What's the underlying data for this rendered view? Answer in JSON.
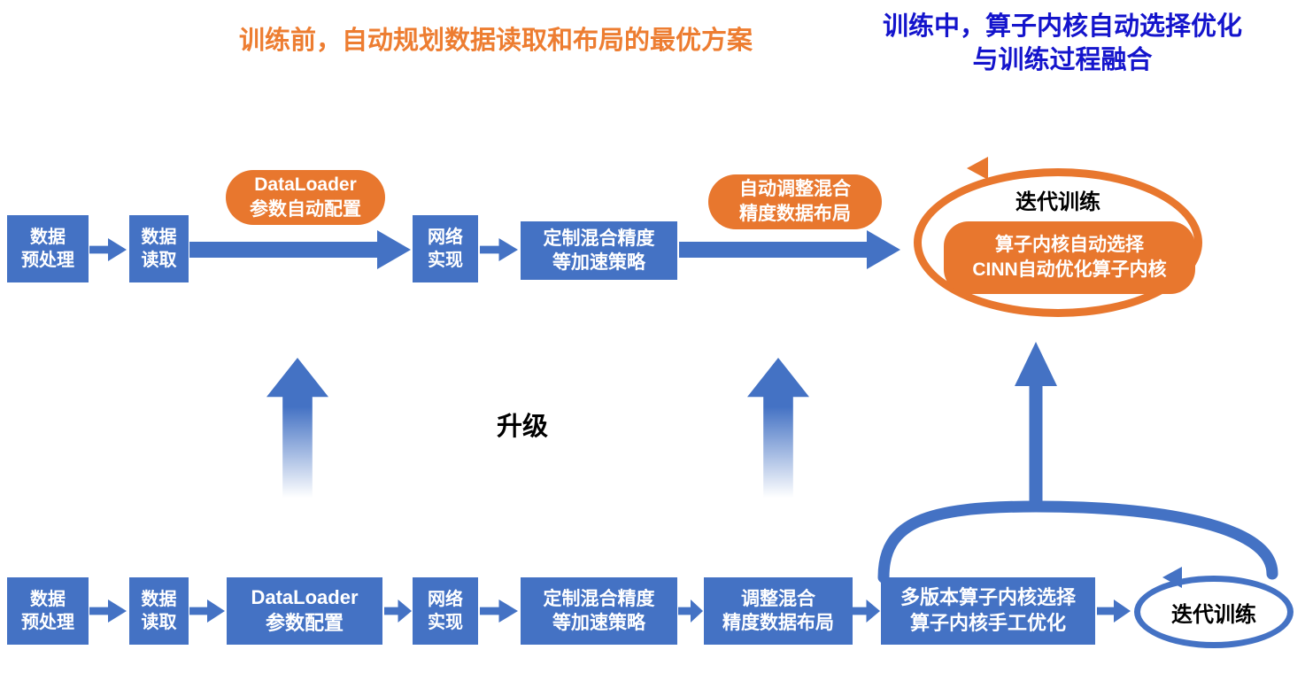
{
  "title_left": "训练前，自动规划数据读取和布局的最优方案",
  "title_right_line1": "训练中，算子内核自动选择优化",
  "title_right_line2": "与训练过程融合",
  "upgrade_label": "升级",
  "colors": {
    "blue": "#4472C4",
    "orange": "#E8772E",
    "title_orange": "#ED7D31",
    "title_blue": "#1414CC"
  },
  "top": {
    "boxes": [
      {
        "line1": "数据",
        "line2": "预处理"
      },
      {
        "line1": "数据",
        "line2": "读取"
      },
      {
        "line1": "网络",
        "line2": "实现"
      },
      {
        "line1": "定制混合精度",
        "line2": "等加速策略"
      }
    ],
    "bubble1": {
      "line1": "DataLoader",
      "line2": "参数自动配置"
    },
    "bubble2": {
      "line1": "自动调整混合",
      "line2": "精度数据布局"
    },
    "loop_title": "迭代训练",
    "loop_bubble_line1": "算子内核自动选择",
    "loop_bubble_line2": "CINN自动优化算子内核"
  },
  "bottom": {
    "boxes": [
      {
        "line1": "数据",
        "line2": "预处理"
      },
      {
        "line1": "数据",
        "line2": "读取"
      },
      {
        "line1": "DataLoader",
        "line2": "参数配置"
      },
      {
        "line1": "网络",
        "line2": "实现"
      },
      {
        "line1": "定制混合精度",
        "line2": "等加速策略"
      },
      {
        "line1": "调整混合",
        "line2": "精度数据布局"
      },
      {
        "line1": "多版本算子内核选择",
        "line2": "算子内核手工优化"
      }
    ],
    "loop_title": "迭代训练"
  }
}
